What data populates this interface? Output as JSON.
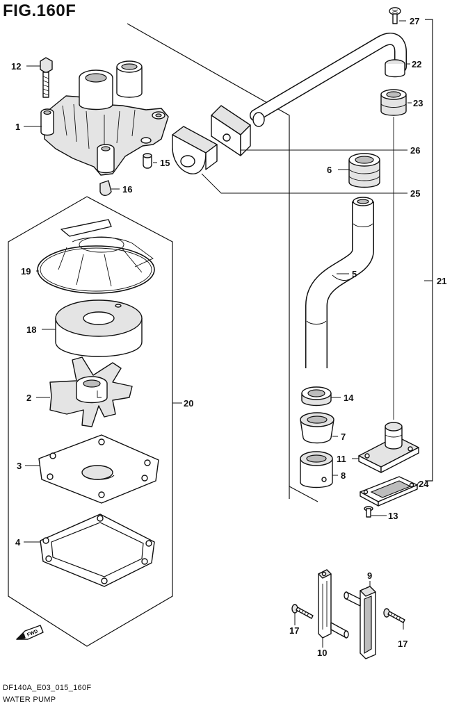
{
  "figure": {
    "title": "FIG.160F",
    "model_code": "DF140A_E03_015_160F",
    "section_name": "WATER PUMP"
  },
  "direction_marker": {
    "label": "FWD",
    "icon": "fwd-arrow-icon"
  },
  "callouts": [
    "27",
    "22",
    "23",
    "26",
    "6",
    "25",
    "12",
    "1",
    "15",
    "16",
    "19",
    "18",
    "2",
    "3",
    "4",
    "20",
    "5",
    "21",
    "14",
    "7",
    "11",
    "8",
    "24",
    "13",
    "9",
    "17",
    "10",
    "17"
  ]
}
